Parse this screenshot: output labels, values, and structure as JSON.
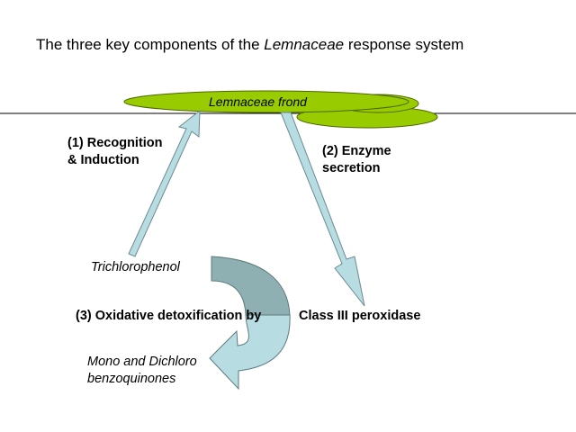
{
  "title": {
    "prefix": "The three key components of the ",
    "italic": "Lemnaceae",
    "suffix": " response system"
  },
  "frond_label": "Lemnaceae frond",
  "steps": {
    "recognition_line1": "(1) Recognition",
    "recognition_line2": "& Induction",
    "secretion_line1": "(2) Enzyme",
    "secretion_line2": "secretion",
    "oxidative": "(3) Oxidative detoxification by"
  },
  "compounds": {
    "substrate": "Trichlorophenol",
    "enzyme": "Class III peroxidase",
    "product_line1": "Mono and Dichloro",
    "product_line2": "benzoquinones"
  },
  "colors": {
    "frond_fill": "#99cc00",
    "arrow_fill": "#b7dde3",
    "curve_dark": "#8fb0b3",
    "water_line": "#000000"
  }
}
